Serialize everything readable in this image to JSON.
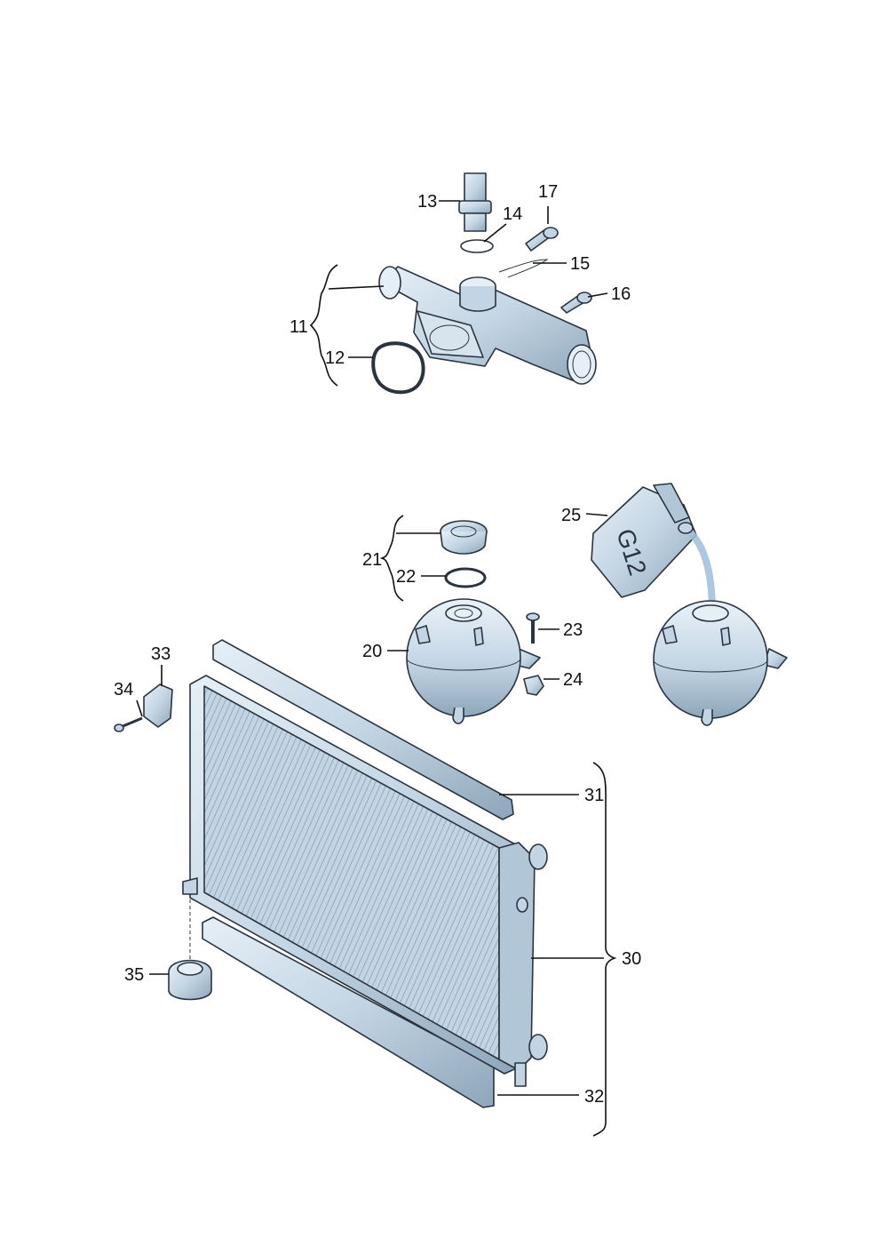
{
  "labels": {
    "l11": "11",
    "l12": "12",
    "l13": "13",
    "l14": "14",
    "l15": "15",
    "l16": "16",
    "l17": "17",
    "l20": "20",
    "l21": "21",
    "l22": "22",
    "l23": "23",
    "l24": "24",
    "l25": "25",
    "l30": "30",
    "l31": "31",
    "l32": "32",
    "l33": "33",
    "l34": "34",
    "l35": "35"
  },
  "canister_text": "G12",
  "colors": {
    "part_fill": "#c3d5e4",
    "part_light": "#e6eff6",
    "part_dark": "#7f98ad",
    "outline": "#2a3440",
    "coolant": "#b9d7ee"
  }
}
